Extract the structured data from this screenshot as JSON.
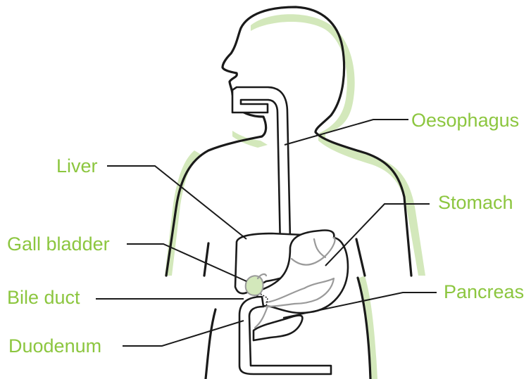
{
  "labels": {
    "oesophagus": "Oesophagus",
    "liver": "Liver",
    "stomach": "Stomach",
    "gall_bladder": "Gall bladder",
    "bile_duct": "Bile duct",
    "pancreas": "Pancreas",
    "duodenum": "Duodenum"
  },
  "colors": {
    "label_text": "#8cc63f",
    "body_shadow": "#d3e8bb",
    "gall_bladder_fill": "#d3e8bb",
    "outline": "#1a1a1a",
    "inner_lines": "#9a9a9a"
  }
}
